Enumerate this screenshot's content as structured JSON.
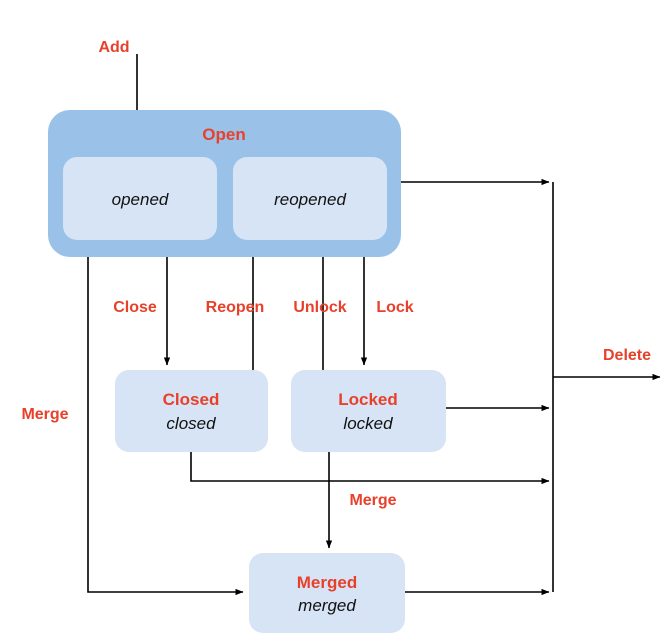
{
  "diagram": {
    "type": "state-machine",
    "title_visible": false,
    "colors": {
      "group_fill": "#9AC2E8",
      "state_fill": "#D6E4F5",
      "label_red": "#E8412B",
      "text_dark": "#111111",
      "edge_black": "#000000",
      "background": "#FFFFFF"
    },
    "groups": [
      {
        "id": "open-group",
        "title": "Open",
        "states": [
          {
            "id": "opened",
            "title": "",
            "value": "opened"
          },
          {
            "id": "reopened",
            "title": "",
            "value": "reopened"
          }
        ]
      }
    ],
    "states": [
      {
        "id": "closed",
        "title": "Closed",
        "value": "closed"
      },
      {
        "id": "locked",
        "title": "Locked",
        "value": "locked"
      },
      {
        "id": "merged",
        "title": "Merged",
        "value": "merged"
      }
    ],
    "transitions": [
      {
        "id": "add",
        "label": "Add",
        "from": "",
        "to": "opened"
      },
      {
        "id": "close",
        "label": "Close",
        "from": "opened",
        "to": "closed"
      },
      {
        "id": "reopen",
        "label": "Reopen",
        "from": "closed",
        "to": "reopened"
      },
      {
        "id": "unlock",
        "label": "Unlock",
        "from": "locked",
        "to": "reopened"
      },
      {
        "id": "lock",
        "label": "Lock",
        "from": "open",
        "to": "locked"
      },
      {
        "id": "merge-left",
        "label": "Merge",
        "from": "open",
        "to": "merged"
      },
      {
        "id": "merge-center",
        "label": "Merge",
        "from": "locked",
        "to": "merged"
      },
      {
        "id": "delete",
        "label": "Delete",
        "from": "all",
        "to": ""
      }
    ]
  }
}
